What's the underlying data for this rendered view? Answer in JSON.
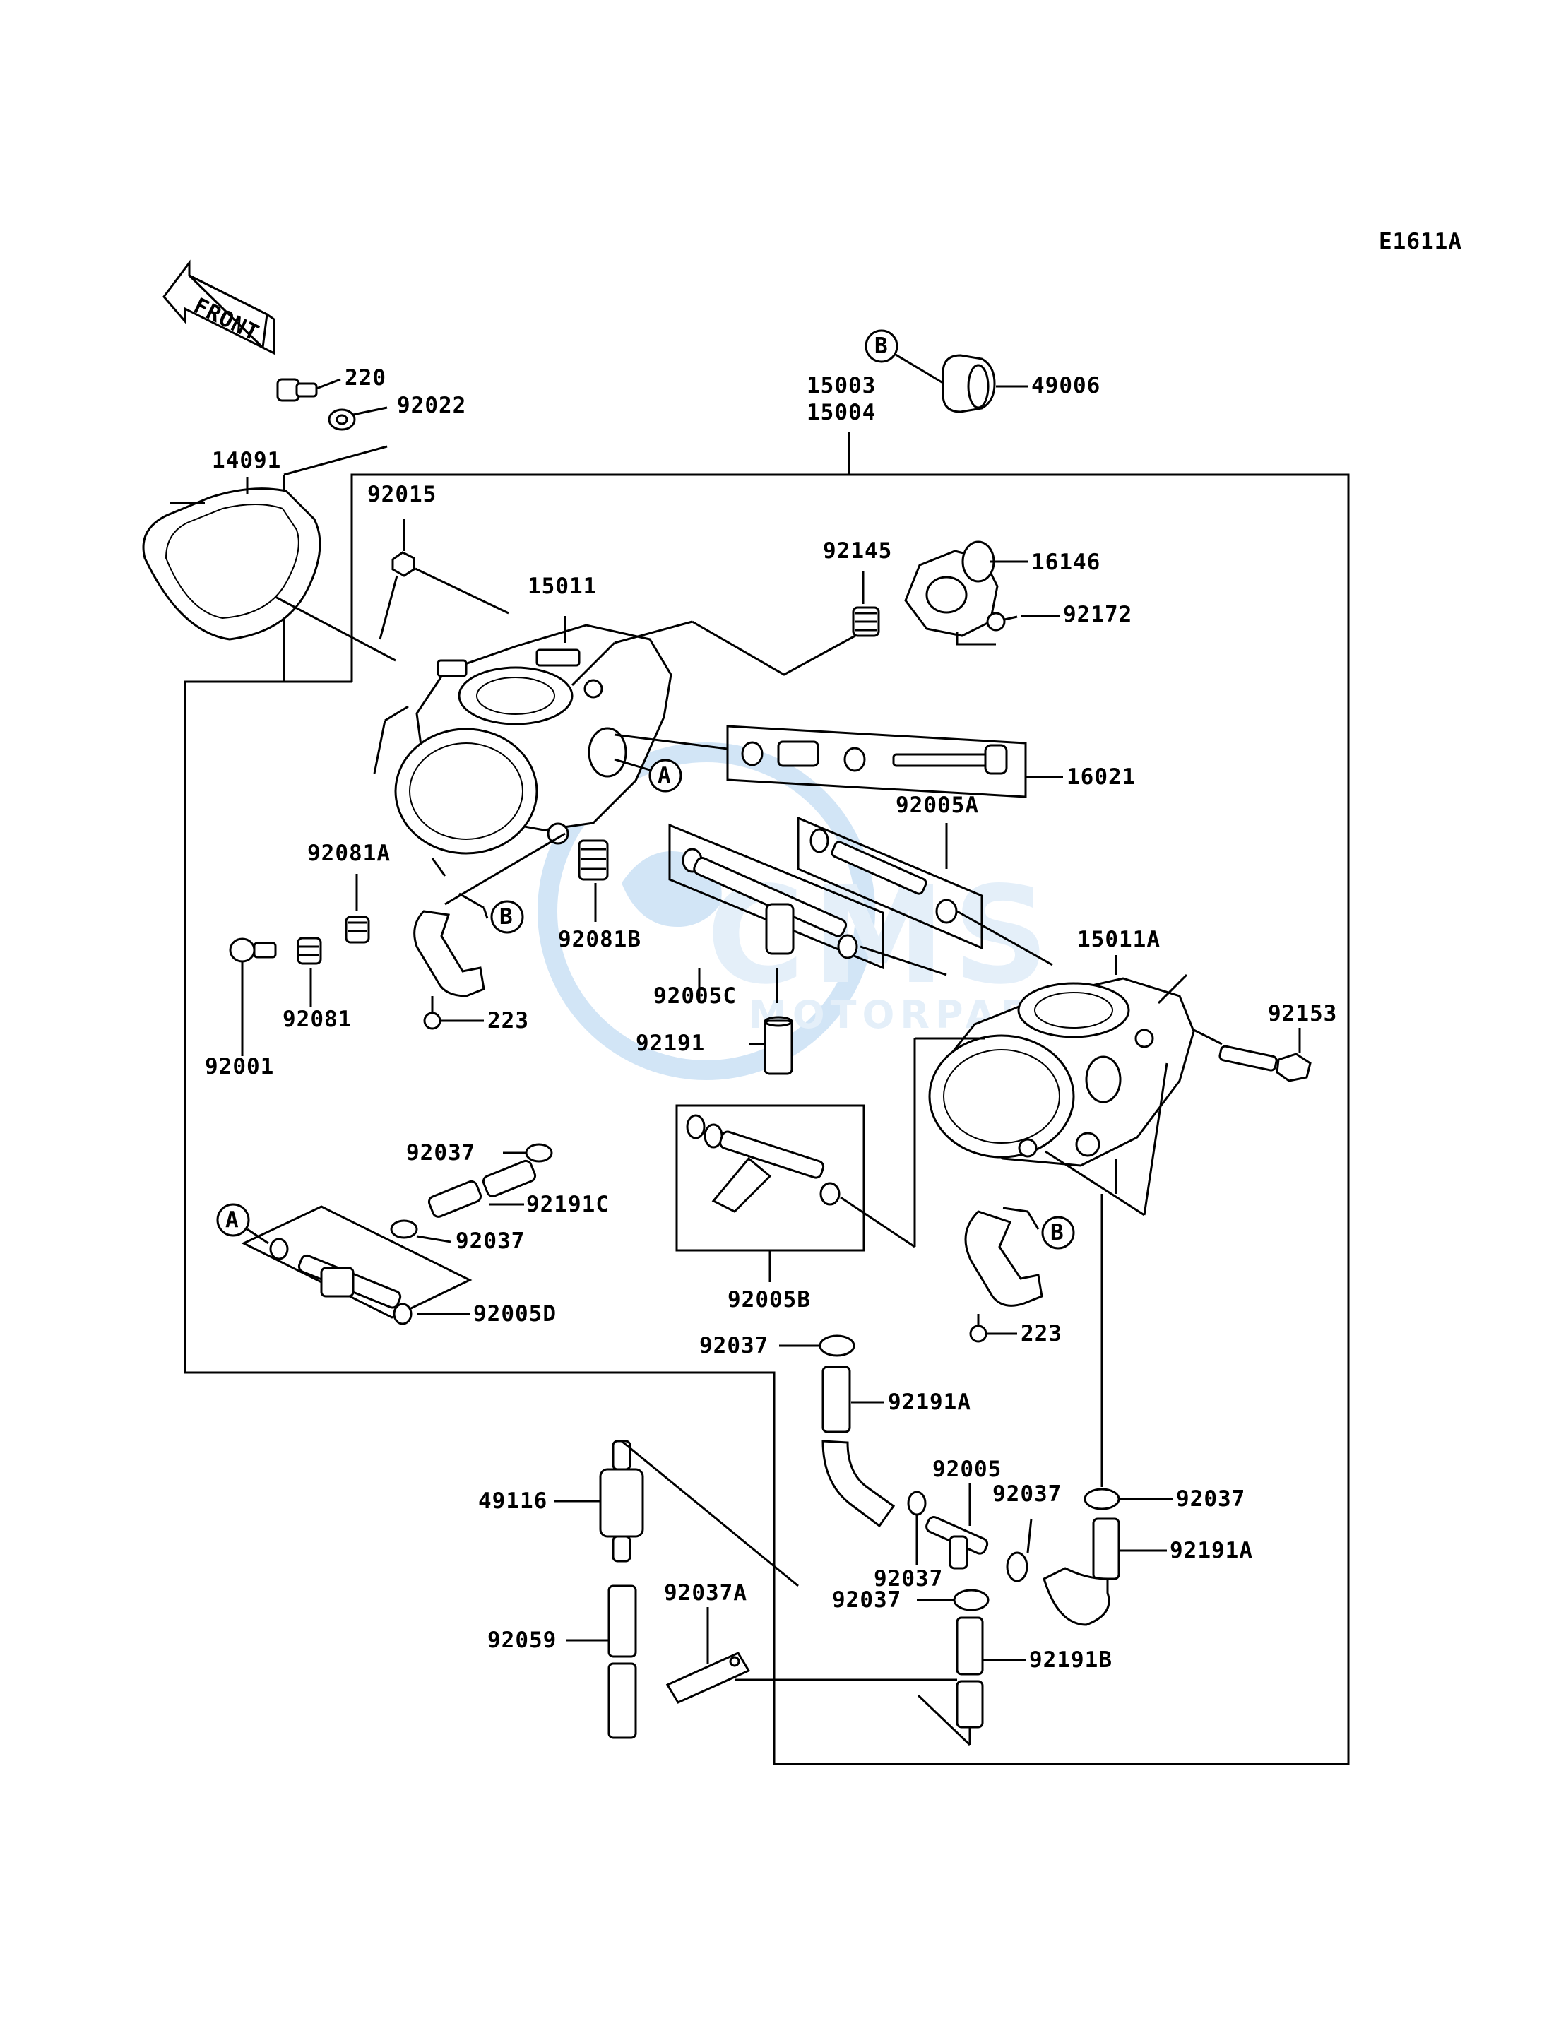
{
  "diagram_code": "E1611A",
  "front_label": "FRONT",
  "watermark": {
    "main": "CMS",
    "sub": "MOTORPARTS",
    "color": "#3a8fd6"
  },
  "callouts": {
    "a": "A",
    "b": "B"
  },
  "parts": {
    "p220": "220",
    "p92022": "92022",
    "p14091": "14091",
    "p15003": "15003",
    "p15004": "15004",
    "p49006": "49006",
    "p92015": "92015",
    "p15011": "15011",
    "p92145": "92145",
    "p16146": "16146",
    "p92172": "92172",
    "p16021": "16021",
    "p92005A": "92005A",
    "p92081A": "92081A",
    "p92081B": "92081B",
    "p92005C": "92005C",
    "p15011A": "15011A",
    "p92153": "92153",
    "p92191": "92191",
    "p92001": "92001",
    "p92081": "92081",
    "p223a": "223",
    "p92037a": "92037",
    "p92191C": "92191C",
    "p92037b": "92037",
    "p92005D": "92005D",
    "p92005B": "92005B",
    "p223b": "223",
    "p92037c": "92037",
    "p92191A_a": "92191A",
    "p92005": "92005",
    "p92037d": "92037",
    "p92037e": "92037",
    "p92191A_b": "92191A",
    "p49116": "49116",
    "p92037f": "92037",
    "p92037A": "92037A",
    "p92037g": "92037",
    "p92059": "92059",
    "p92191B": "92191B"
  }
}
